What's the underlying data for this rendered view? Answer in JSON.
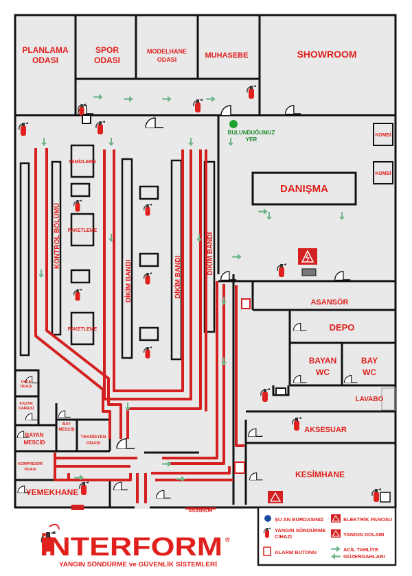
{
  "rooms": {
    "planlama": [
      "PLANLAMA",
      "ODASI"
    ],
    "spor": [
      "SPOR",
      "ODASI"
    ],
    "modelhane": [
      "MODELHANE",
      "ODASI"
    ],
    "muhasebe": "MUHASEBE",
    "showroom": "SHOWROOM",
    "kombi_1": "KOMBİ",
    "kombi_2": "KOMBİ",
    "danisma": "DANIŞMA",
    "temizleme": "TEMİZLEME",
    "paketleme_1": "PAKETLEME",
    "paketleme_2": "PAKETLEME",
    "kontrol": "KONTROL BÖLÜMÜ",
    "dikim_1": "DİKİM BANDI",
    "dikim_2": "DİKİM BANDI",
    "dikim_3": "DİKİM BANDI",
    "asansor": "ASANSÖR",
    "depo": "DEPO",
    "bayan_wc": [
      "BAYAN",
      "WC"
    ],
    "bay_wc": [
      "BAY",
      "WC"
    ],
    "lavabo": "LAVABO",
    "aksesuar": "AKSESUAR",
    "kesimhane": "KESİMHANE",
    "leke": [
      "LEKE",
      "ODASI"
    ],
    "kazan": [
      "KAZAN",
      "DAİRESİ"
    ],
    "bayan_mescid": [
      "BAYAN",
      "MESCİD"
    ],
    "bay_mescid": [
      "BAY",
      "MESCİD"
    ],
    "teknisyen": [
      "TEKNİSYEN",
      "ODASI"
    ],
    "kompresor": [
      "KOMPRESÖR",
      "ODASI"
    ],
    "yemekhane": "YEMEKHANE",
    "asansor_bottom": "ASANSÖR"
  },
  "location_marker": [
    "BULUNDUĞUMUZ",
    "YER"
  ],
  "legend": {
    "you_are_here": "ŞU AN BURDASINIZ",
    "extinguisher": [
      "YANGIN SÖNDÜRME",
      "CİHAZI"
    ],
    "alarm": "ALARM BUTONU",
    "electric": "ELEKTRİK PANOSU",
    "fire_cabinet": "YANGIN DOLABI",
    "evacuation": [
      "ACİL TAHLİYE",
      "GÜZERGAHLARI"
    ]
  },
  "brand": {
    "name": "İNTERFORM",
    "registered": "®",
    "tagline": "YANGIN SÖNDÜRME ve GÜVENLİK SİSTEMLERİ"
  },
  "colors": {
    "wall": "#111111",
    "floor": "#e9e9e9",
    "room_text": "#e0201c",
    "evacuation_route": "#d42020",
    "arrow": "#6fb58a",
    "here_marker": "#1fa32f",
    "legend_bg": "#1a1a1a"
  }
}
